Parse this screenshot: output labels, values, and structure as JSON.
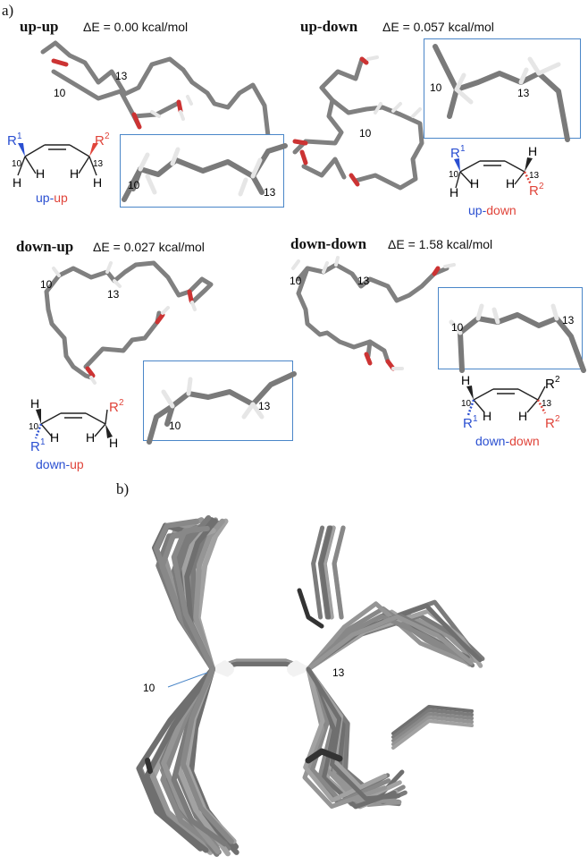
{
  "panels": {
    "a": "a)",
    "b": "b)"
  },
  "conformers": [
    {
      "name": "up-up",
      "energy": "ΔE = 0.00 kcal/mol",
      "caption_first": "up",
      "caption_sep": "-",
      "caption_second": "up"
    },
    {
      "name": "up-down",
      "energy": "ΔE = 0.057 kcal/mol",
      "caption_first": "up",
      "caption_sep": "-",
      "caption_second": "down"
    },
    {
      "name": "down-up",
      "energy": "ΔE = 0.027 kcal/mol",
      "caption_first": "down",
      "caption_sep": "-",
      "caption_second": "up"
    },
    {
      "name": "down-down",
      "energy": "ΔE = 1.58 kcal/mol",
      "caption_first": "down",
      "caption_sep": "-",
      "caption_second": "down"
    }
  ],
  "atoms": {
    "c10": "10",
    "c13": "13",
    "h": "H",
    "r": "R",
    "sup1": "1",
    "sup2": "2"
  },
  "colors": {
    "blue": "#2a4fd1",
    "red": "#e0443a",
    "inset_border": "#4a86c8",
    "bond": "#7a7a7a"
  }
}
